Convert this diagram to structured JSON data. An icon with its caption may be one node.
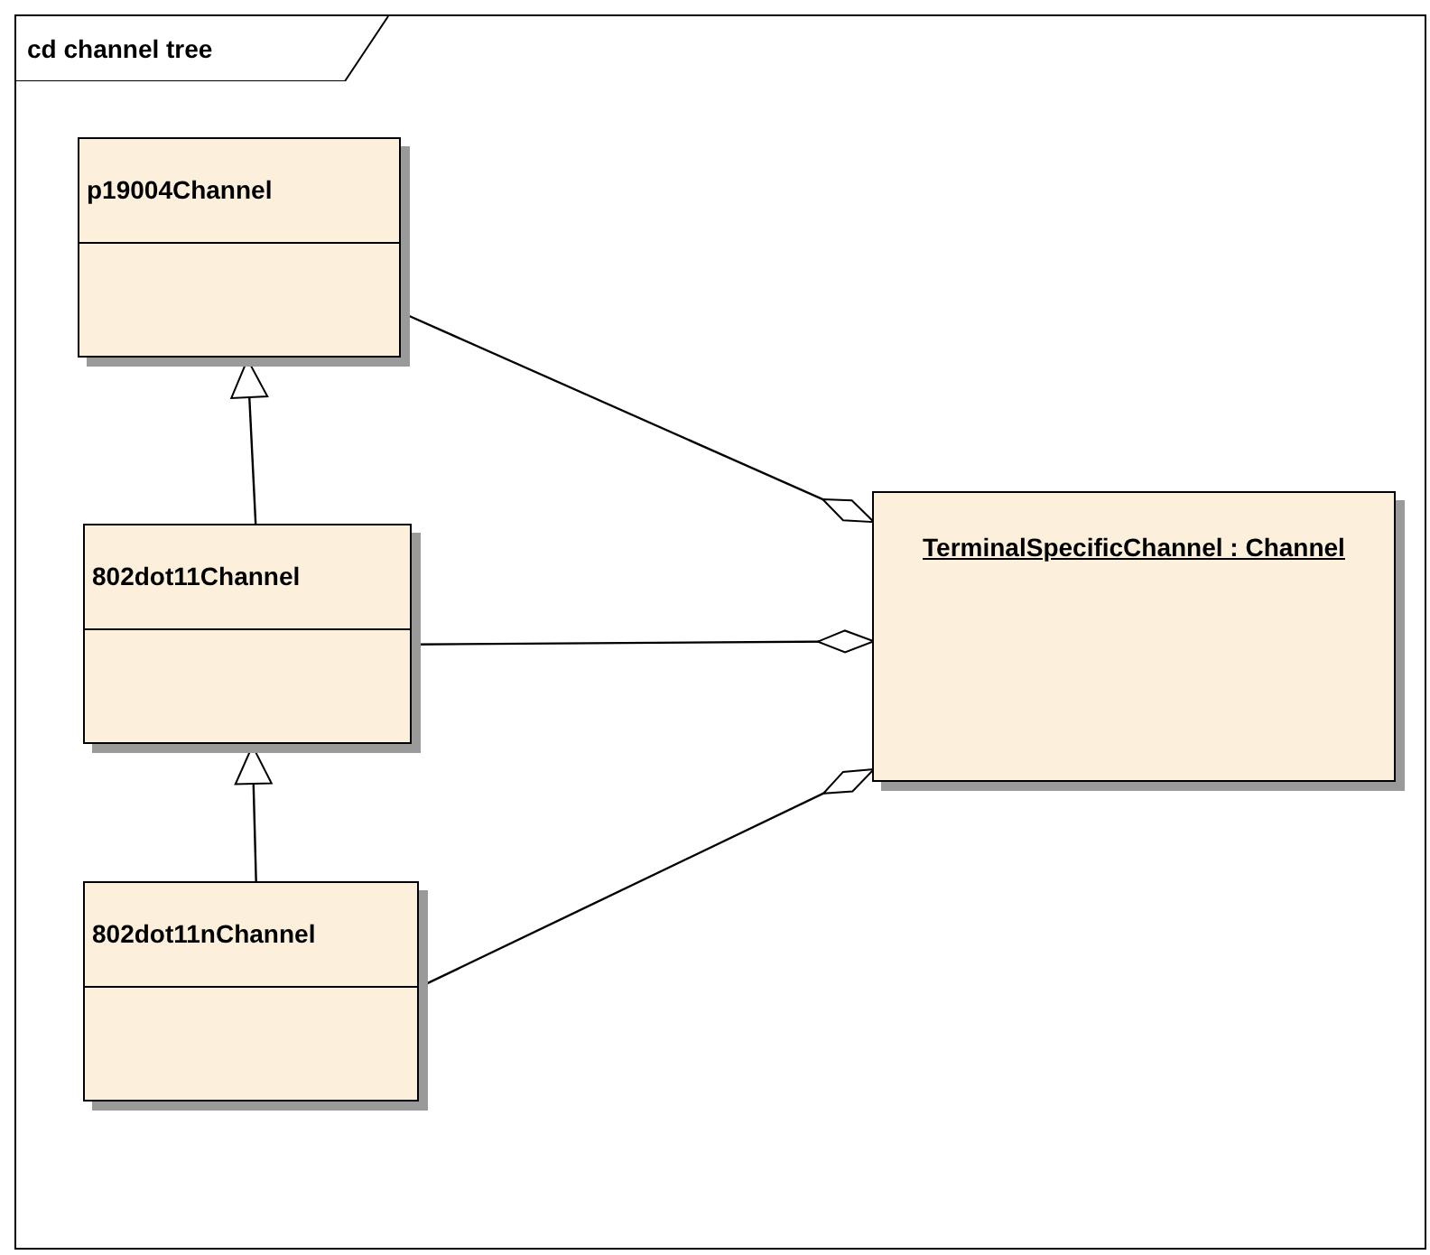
{
  "diagram": {
    "nodes": [
      {
        "text": [
          "cd channel tree"
        ]
      },
      {
        "text": [
          "p19004Channel"
        ],
        "in": 0
      },
      {
        "text": [
          "802dot11Channel"
        ],
        "in": 0
      },
      {
        "text": [
          "802dot11nChannel"
        ],
        "in": 0
      },
      {
        "text": [
          "TerminalSpecificChannel : Channel"
        ],
        "in": 0
      }
    ],
    "edges": [
      {
        "from": 2,
        "to": 1,
        "arrow": "to"
      },
      {
        "from": 3,
        "to": 2,
        "arrow": "to"
      },
      {
        "from": 1,
        "to": 4,
        "arrow": "other"
      },
      {
        "from": 2,
        "to": 4,
        "arrow": "other"
      },
      {
        "from": 3,
        "to": 4,
        "arrow": "other"
      }
    ]
  }
}
